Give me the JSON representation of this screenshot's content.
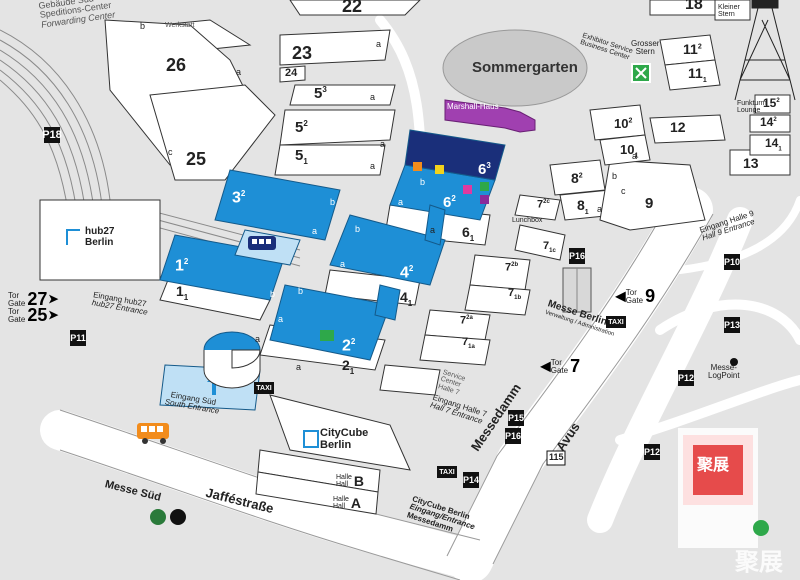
{
  "colors": {
    "background": "#e4e4e4",
    "hall_fill": "#ffffff",
    "hall_blue": "#1e8fd6",
    "hall_navy": "#1a2f7a",
    "marshall_purple": "#a040b0",
    "road": "#ffffff",
    "outline": "#333333",
    "green_marker": "#2ea84a"
  },
  "park": {
    "name": "Sommergarten"
  },
  "marshall": {
    "name": "Marshall-Haus"
  },
  "halls": {
    "h22": "22",
    "h18": "18",
    "h26": "26",
    "h25": "25",
    "h23": "23",
    "h24": "24",
    "h5_3": "5",
    "h5_3s": "3",
    "h5_2": "5",
    "h5_2s": "2",
    "h5_1": "5",
    "h5_1s": "1",
    "h3_2": "3",
    "h3_2s": "2",
    "h1_2": "1",
    "h1_2s": "2",
    "h1_1": "1",
    "h1_1s": "1",
    "h2_2": "2",
    "h2_2s": "2",
    "h2_1": "2",
    "h2_1s": "1",
    "h4_2": "4",
    "h4_2s": "2",
    "h4_1": "4",
    "h4_1s": "1",
    "h6_3": "6",
    "h6_3s": "3",
    "h6_2": "6",
    "h6_2s": "2",
    "h6_1": "6",
    "h6_1s": "1",
    "h7_2c": "7",
    "h7_2cs": "2c",
    "h7_1c": "7",
    "h7_1cs": "1c",
    "h7_2b": "7",
    "h7_2bs": "2b",
    "h7_1b": "7",
    "h7_1bs": "1b",
    "h7_2a": "7",
    "h7_2as": "2a",
    "h7_1a": "7",
    "h7_1as": "1a",
    "h8_2": "8",
    "h8_2s": "2",
    "h8_1": "8",
    "h8_1s": "1",
    "h9": "9",
    "h10_2": "10",
    "h10_2s": "2",
    "h10_1": "10",
    "h10_1s": "1",
    "h11_2": "11",
    "h11_2s": "2",
    "h11_1": "11",
    "h11_1s": "1",
    "h12": "12",
    "h13": "13",
    "h14_2": "14",
    "h14_2s": "2",
    "h14_1": "14",
    "h14_1s": "1",
    "h15_2": "15",
    "h15_2s": "2"
  },
  "section_letters": {
    "a": "a",
    "b": "b",
    "c": "c"
  },
  "buildings": {
    "hub27": {
      "line1": "hub27",
      "line2": "Berlin"
    },
    "citycube": {
      "line1": "CityCube",
      "line2": "Berlin"
    },
    "halle_a": {
      "prefix": "Halle",
      "prefix2": "Hall",
      "letter": "A"
    },
    "halle_b": {
      "prefix": "Halle",
      "prefix2": "Hall",
      "letter": "B"
    },
    "lunchbox": "Lunchbox",
    "messe_berlin": {
      "line1": "Messe Berlin",
      "line2": "Verwaltung / Administration"
    },
    "werkstatt": "Werkstatt",
    "speditions": {
      "line1": "Gebäude Süd",
      "line2": "Speditions-Center",
      "line3": "Forwarding Center"
    },
    "exhibitor_service": {
      "line1": "Exhibitor Service",
      "line2": "Business Center"
    },
    "grosser_stern": {
      "line1": "Grosser",
      "line2": "Stern"
    },
    "kleiner_stern": {
      "line1": "Kleiner",
      "line2": "Stern"
    },
    "funkturm": {
      "line1": "Funkturm",
      "line2": "Lounge"
    },
    "service_center": {
      "line1": "Service",
      "line2": "Center",
      "line3": "Halle 7"
    }
  },
  "entrances": {
    "sued": {
      "line1": "Eingang Süd",
      "line2": "South Entrance"
    },
    "hub27": {
      "line1": "Eingang hub27",
      "line2": "hub27 Entrance"
    },
    "halle9": {
      "line1": "Eingang Halle 9",
      "line2": "Hall 9 Entrance"
    },
    "halle7": {
      "line1": "Eingang Halle 7",
      "line2": "Hall 7 Entrance"
    },
    "citycube": {
      "line1": "CityCube Berlin",
      "line2": "Eingang/Entrance",
      "line3": "Messedamm"
    }
  },
  "gates": {
    "g27": {
      "label1": "Tor",
      "label2": "Gate",
      "number": "27"
    },
    "g25": {
      "label1": "Tor",
      "label2": "Gate",
      "number": "25"
    },
    "g9": {
      "label1": "Tor",
      "label2": "Gate",
      "number": "9"
    },
    "g7": {
      "label1": "Tor",
      "label2": "Gate",
      "number": "7"
    }
  },
  "parking": {
    "p18": "P18",
    "p11": "P11",
    "p14": "P14",
    "p15": "P15",
    "p16": "P16",
    "p10": "P10",
    "p13": "P13",
    "p12": "P12",
    "p12e": "P12"
  },
  "taxi": "TAXI",
  "streets": {
    "jafferstr": "Jafféstraße",
    "messedamm": "Messedamm",
    "avus": "Avus",
    "avus_route": "115",
    "messe_sued": "Messe Süd"
  },
  "logpoint": {
    "line1": "Messe-",
    "line2": "LogPoint"
  },
  "watermark": {
    "text": "聚展",
    "brand": "聚展"
  }
}
